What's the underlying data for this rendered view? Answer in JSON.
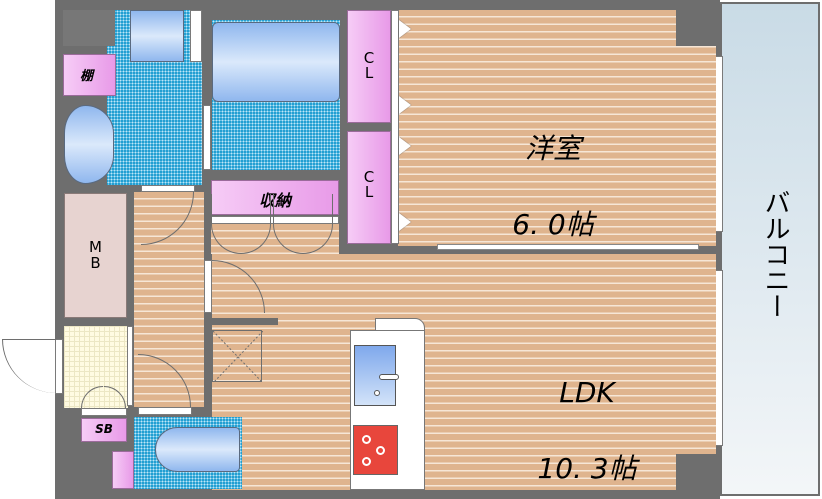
{
  "floor_plan": {
    "type": "1LDK apartment floor plan",
    "rooms": {
      "western_room": {
        "name": "洋室",
        "size": "6. 0帖"
      },
      "ldk": {
        "name": "LDK",
        "size": "10. 3帖"
      },
      "balcony": {
        "name": "バルコニー"
      },
      "closet_upper": {
        "name": "C\nL"
      },
      "closet_lower": {
        "name": "C\nL"
      },
      "storage": {
        "name": "収納"
      },
      "shelf": {
        "name": "棚"
      },
      "meter_box": {
        "name": "M\nB"
      },
      "shoe_box": {
        "name": "SB"
      }
    },
    "colors": {
      "wall": "#6e6e6e",
      "floor": "#dfb48e",
      "wet_area": "#1a9bd0",
      "storage": "#e89ae8",
      "balcony": "#dbe7ef",
      "stove": "#e8463c"
    }
  }
}
